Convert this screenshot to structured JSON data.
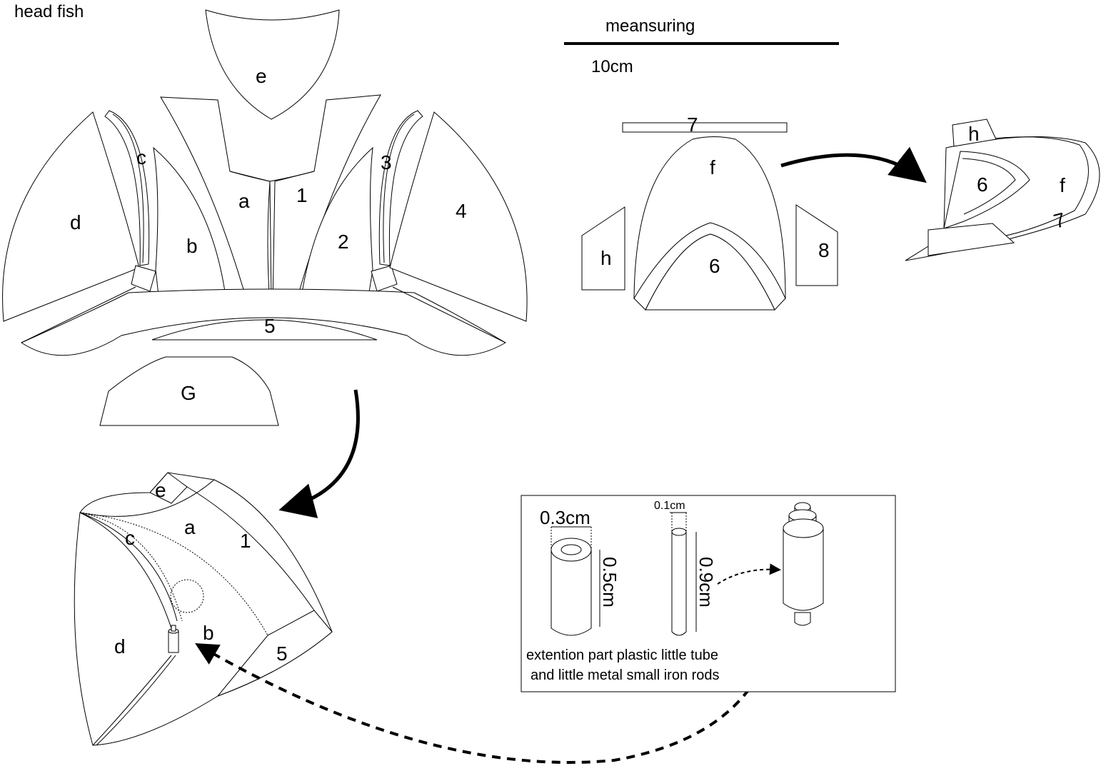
{
  "title": "head fish",
  "scale": {
    "label": "meansuring",
    "value": "10cm"
  },
  "head_pattern": {
    "labels": [
      "e",
      "c",
      "d",
      "b",
      "a",
      "1",
      "2",
      "3",
      "4",
      "5",
      "G"
    ]
  },
  "fin_pattern": {
    "labels": [
      "7",
      "f",
      "h",
      "6",
      "8"
    ]
  },
  "fin_assembled": {
    "labels": [
      "h",
      "6",
      "f",
      "7"
    ]
  },
  "head_assembled": {
    "labels": [
      "e",
      "a",
      "c",
      "1",
      "b",
      "d",
      "5"
    ]
  },
  "detail_box": {
    "tube_width": "0.3cm",
    "tube_height": "0.5cm",
    "rod_width": "0.1cm",
    "rod_height": "0.9cm",
    "caption_line1": "extention part plastic little tube",
    "caption_line2": "and little metal small iron rods"
  }
}
